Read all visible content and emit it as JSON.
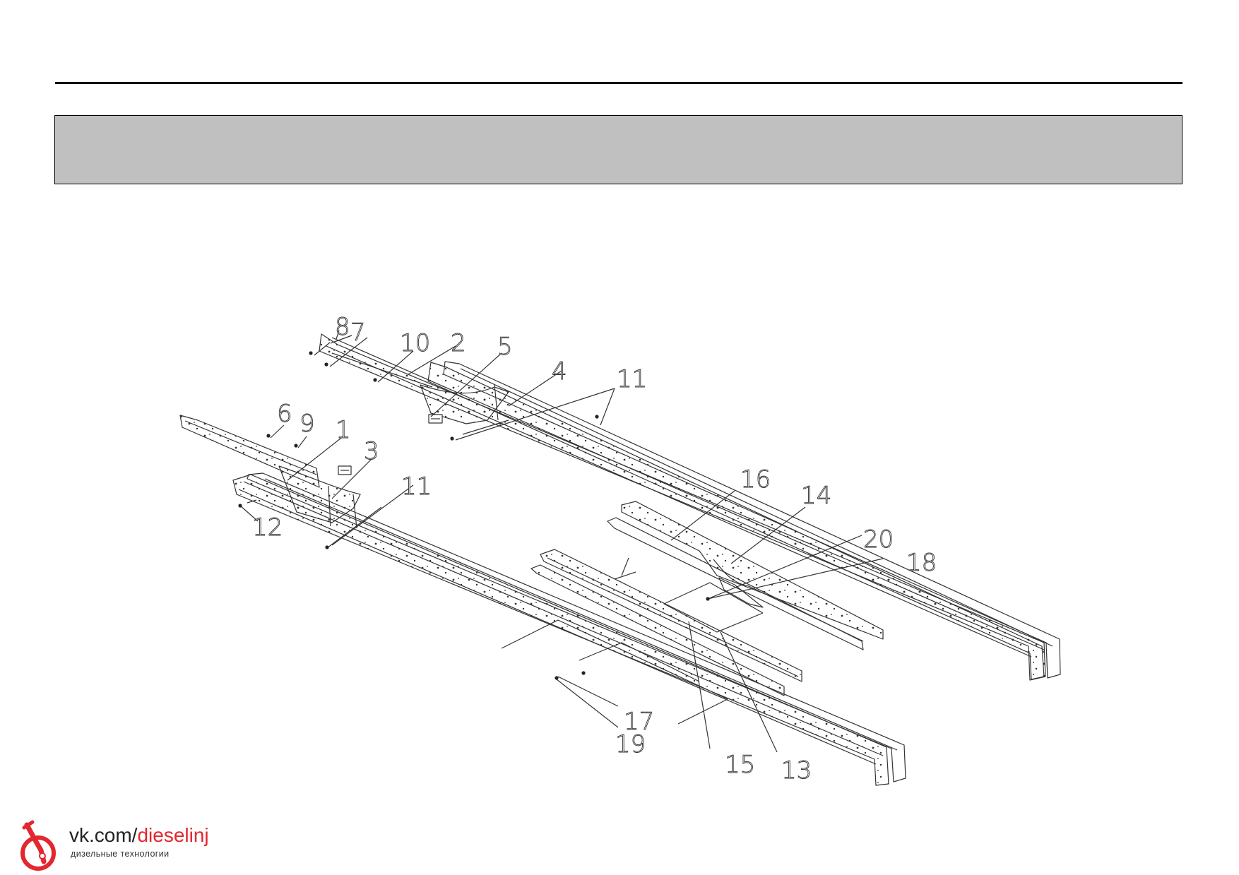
{
  "header": {
    "title": ""
  },
  "callouts": [
    "1",
    "2",
    "3",
    "4",
    "5",
    "6",
    "7",
    "8",
    "9",
    "10",
    "11",
    "11",
    "12",
    "13",
    "14",
    "15",
    "16",
    "17",
    "18",
    "19",
    "20"
  ],
  "logo": {
    "url_prefix": "vk.com/",
    "url_slug": "dieselinj",
    "tagline": "дизельные технологии",
    "accent_color": "#e3262f",
    "icon": "injector-icon"
  },
  "colors": {
    "band": "#c0c0c0",
    "line": "#333333"
  }
}
